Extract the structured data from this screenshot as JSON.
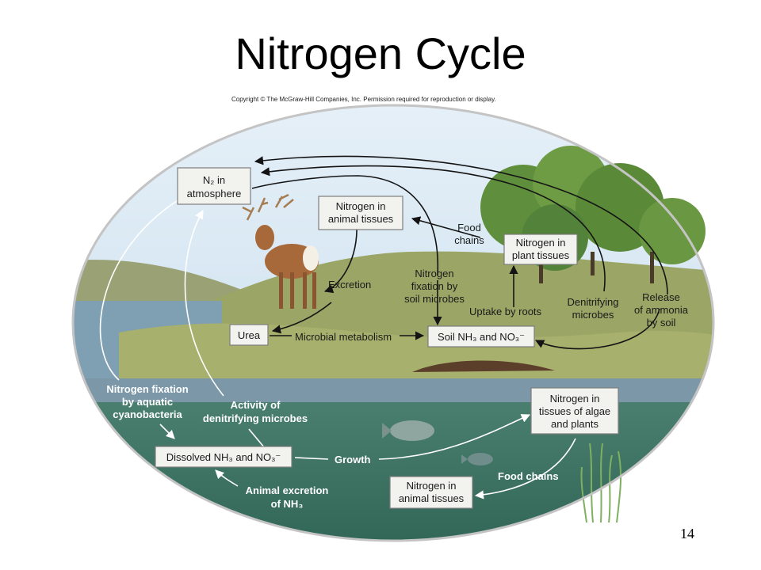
{
  "slide": {
    "title": "Nitrogen Cycle",
    "copyright": "Copyright © The McGraw-Hill Companies, Inc. Permission required for reproduction or display.",
    "number": "14"
  },
  "boxes": {
    "n2_atmosphere": [
      "N₂ in",
      "atmosphere"
    ],
    "land_animal_tissues": [
      "Nitrogen in",
      "animal tissues"
    ],
    "plant_tissues": [
      "Nitrogen in",
      "plant tissues"
    ],
    "urea": [
      "Urea"
    ],
    "soil": [
      "Soil NH₃ and NO₃⁻"
    ],
    "algae_tissues": [
      "Nitrogen in",
      "tissues of algae",
      "and plants"
    ],
    "dissolved": [
      "Dissolved NH₃ and NO₃⁻"
    ],
    "water_animal_tissues": [
      "Nitrogen in",
      "animal tissues"
    ]
  },
  "labels": {
    "food_chains_land": [
      "Food",
      "chains"
    ],
    "soil_fixation": [
      "Nitrogen",
      "fixation by",
      "soil microbes"
    ],
    "excretion": [
      "Excretion"
    ],
    "uptake_roots": [
      "Uptake by roots"
    ],
    "denitrifying": [
      "Denitrifying",
      "microbes"
    ],
    "ammonia_release": [
      "Release",
      "of ammonia",
      "by soil"
    ],
    "microbial_metabolism": [
      "Microbial metabolism"
    ],
    "aquatic_fixation": [
      "Nitrogen fixation",
      "by aquatic",
      "cyanobacteria"
    ],
    "denitrifying_activity": [
      "Activity of",
      "denitrifying microbes"
    ],
    "growth": [
      "Growth"
    ],
    "food_chains_water": [
      "Food chains"
    ],
    "animal_excretion": [
      "Animal excretion",
      "of NH₃"
    ]
  },
  "colors": {
    "sky": "#cfe3f2",
    "hill": "#8f9a5c",
    "grass": "#a3ae6c",
    "water_surface": "#6d8fa3",
    "water_deep": "#3f7566",
    "box_fill": "#f2f2ee"
  }
}
